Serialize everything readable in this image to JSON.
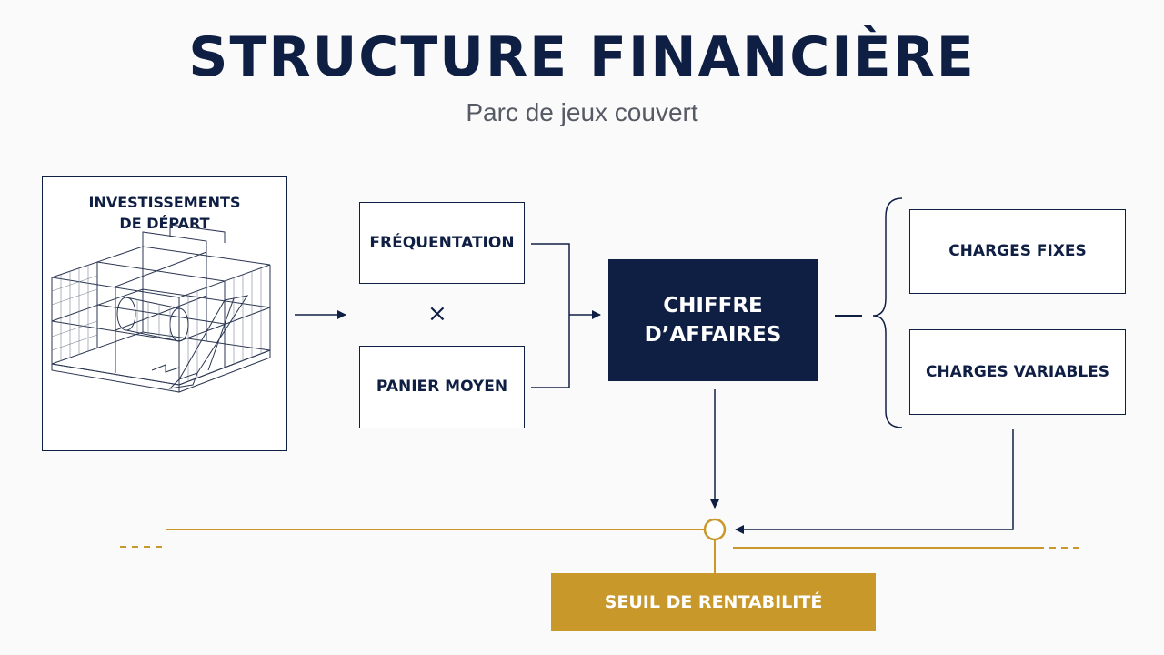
{
  "header": {
    "title": "STRUCTURE FINANCIÈRE",
    "subtitle": "Parc de jeux couvert"
  },
  "nodes": {
    "investissements": [
      "INVESTISSEMENTS",
      "DE DÉPART"
    ],
    "frequentation": "FRÉQUENTATION",
    "multiply": "×",
    "panier_moyen": "PANIER MOYEN",
    "chiffre_affaires": [
      "CHIFFRE",
      "D’AFFAIRES"
    ],
    "charges_fixes": "CHARGES FIXES",
    "charges_variables": "CHARGES VARIABLES",
    "seuil": "SEUIL DE RENTABILITÉ"
  },
  "icons": {
    "investissements_illustration": "indoor-playground-structure-icon"
  },
  "colors": {
    "navy": "#0f1f44",
    "gold": "#c9982b",
    "background": "#fafafa"
  }
}
